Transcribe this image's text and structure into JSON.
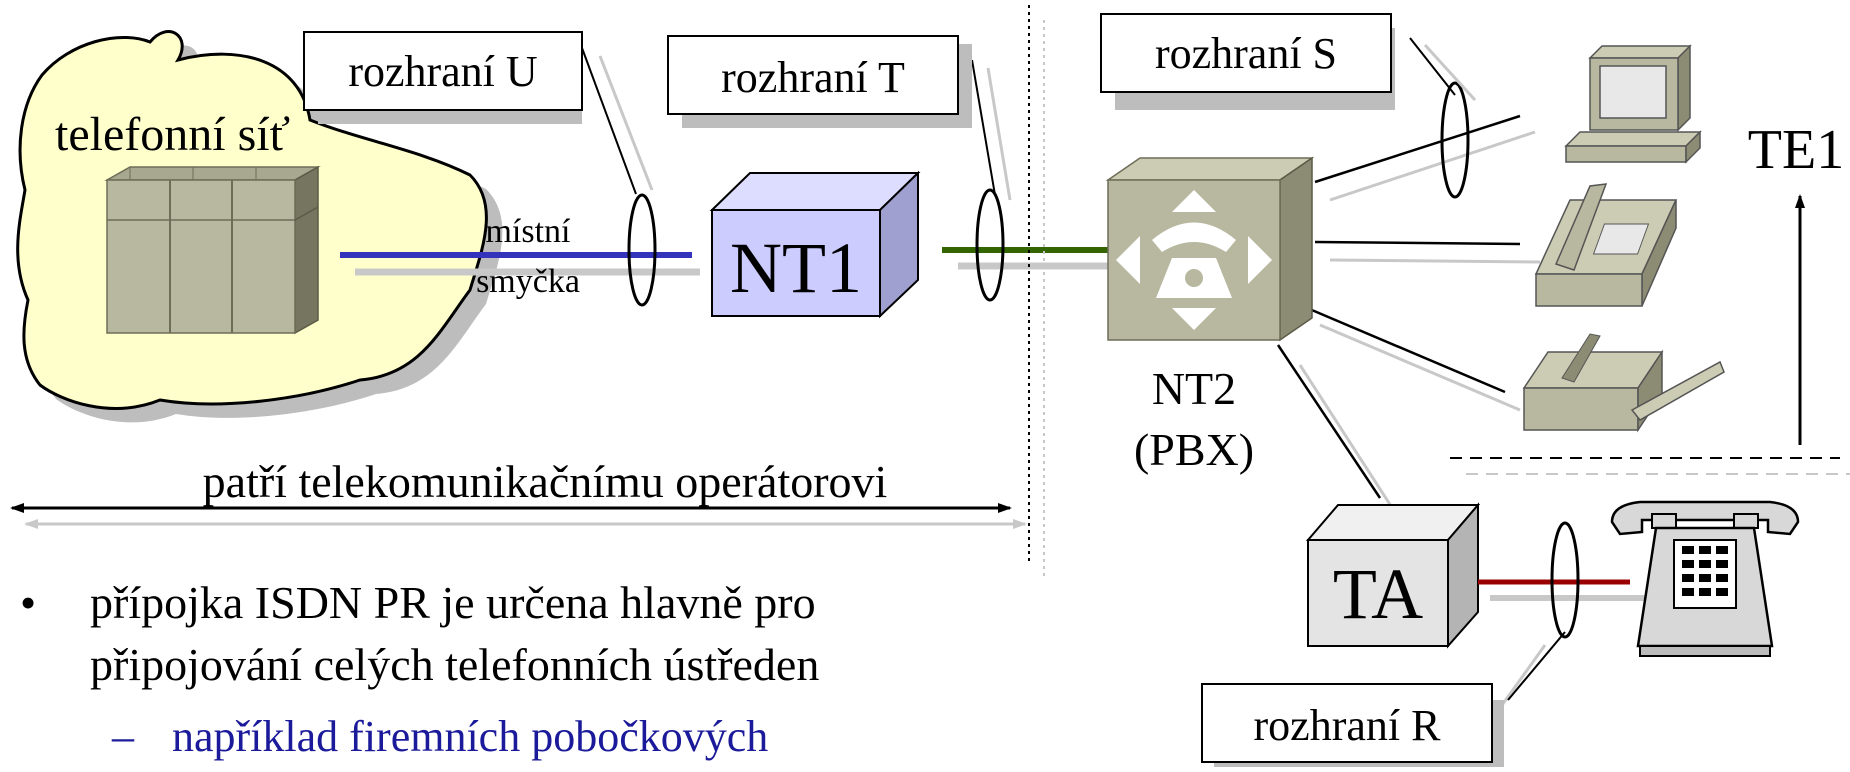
{
  "labels": {
    "interface_u": "rozhraní U",
    "interface_t": "rozhraní T",
    "interface_s": "rozhraní S",
    "interface_r": "rozhraní R",
    "telephone_network": "telefonní síť",
    "local_loop_line1": "místní",
    "local_loop_line2": "smyčka",
    "nt1": "NT1",
    "nt2_line1": "NT2",
    "nt2_line2": "(PBX)",
    "ta": "TA",
    "te1": "TE1",
    "operator_span": "patří telekomunikačnímu operátorovi"
  },
  "bullets": {
    "main_line1": "přípojka ISDN PR je určena hlavně pro",
    "main_line2": "připojování celých telefonních ústředen",
    "sub_line1": "například firemních pobočkových"
  },
  "colors": {
    "cloud_fill": "#ffffcc",
    "nt1_front": "#ccccff",
    "nt1_top": "#ddddff",
    "nt1_side": "#a0a0d0",
    "pbx_front": "#b8b8a0",
    "pbx_top": "#ccccb4",
    "pbx_side": "#8c8c74",
    "ta_front": "#e4e4e4",
    "ta_top": "#f0f0f0",
    "ta_side": "#b4b4b4",
    "loop_line": "#3333bb",
    "t_line": "#336600",
    "r_line": "#990000",
    "sub_bullet": "#1a1a9a"
  }
}
